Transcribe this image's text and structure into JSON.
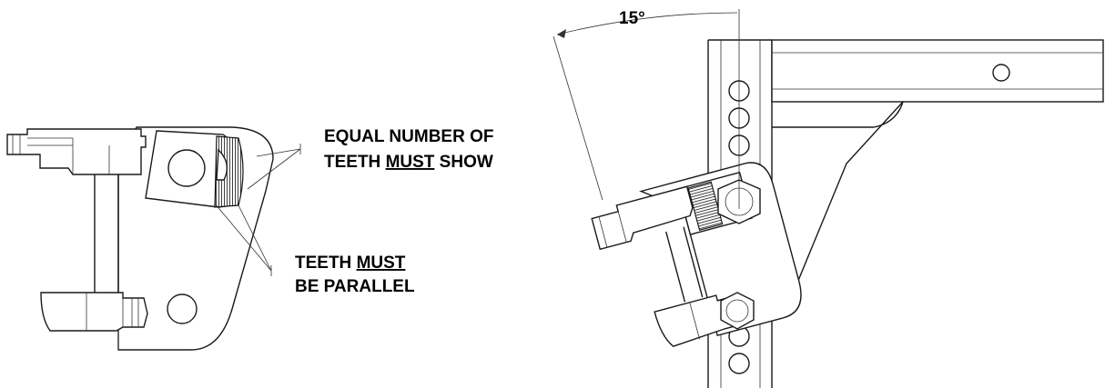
{
  "left_figure": {
    "callout_equal_line1": "EQUAL NUMBER OF",
    "callout_equal_line2_pre": "TEETH ",
    "callout_equal_line2_em": "MUST",
    "callout_equal_line2_post": " SHOW",
    "callout_parallel_line1_pre": "TEETH ",
    "callout_parallel_line1_em": "MUST",
    "callout_parallel_line2": "BE PARALLEL"
  },
  "right_figure": {
    "angle_label": "15°"
  }
}
